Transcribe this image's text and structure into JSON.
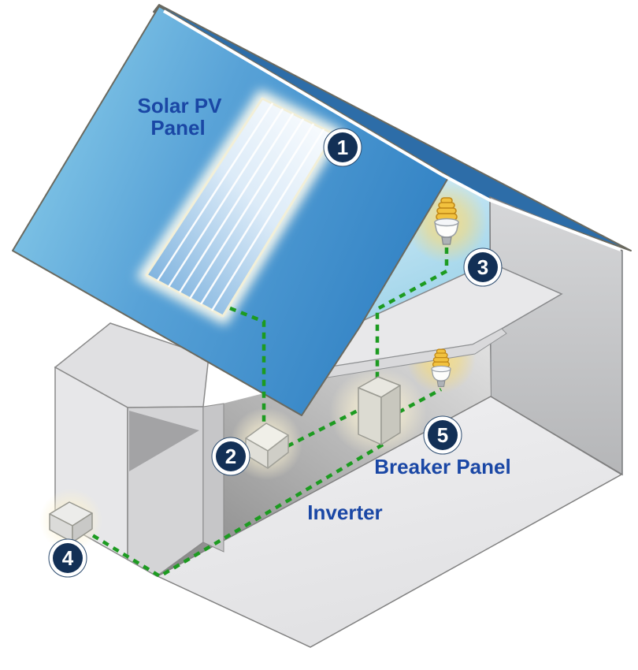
{
  "diagram": {
    "type": "cutaway-house-solar-pv-wiring-diagram",
    "labels": {
      "solar_line1": "Solar PV",
      "solar_line2": "Panel",
      "inverter": "Inverter",
      "breaker_panel": "Breaker Panel"
    },
    "callouts": [
      {
        "number": "1",
        "component": "solar-pv-panel"
      },
      {
        "number": "2",
        "component": "inverter"
      },
      {
        "number": "3",
        "component": "attic-light-bulb"
      },
      {
        "number": "4",
        "component": "utility-meter"
      },
      {
        "number": "5",
        "component": "breaker-panel"
      }
    ],
    "colors": {
      "roof_light": "#8ccfeb",
      "roof_dark": "#3282c4",
      "ridge_band": "#2d6da8",
      "attic_interior": "#bfe3f2",
      "wall_gray": "#c6c7c9",
      "wire_green": "#1d9b21",
      "callout_navy": "#133056",
      "label_blue": "#1a47a5",
      "bulb_yellow": "#f2c23e",
      "glow_cream": "#fdf6dc"
    }
  }
}
